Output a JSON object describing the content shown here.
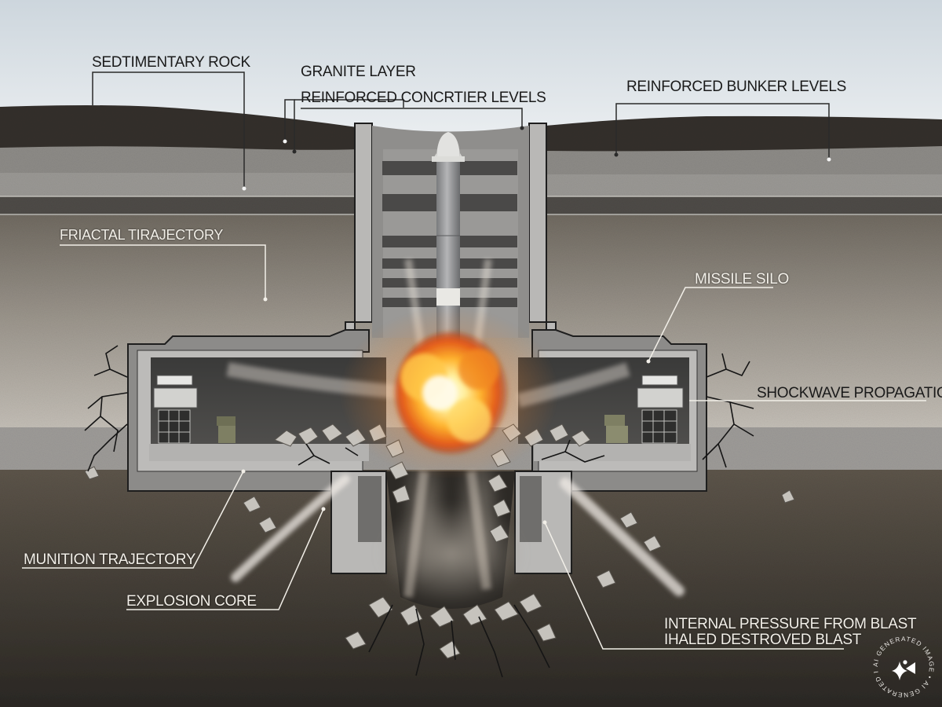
{
  "diagram": {
    "type": "labeled cross-section illustration",
    "subject": "underground bunker and missile silo struck by an explosion"
  },
  "colors": {
    "sky_top": "#cdd6dd",
    "sky_bottom": "#eef1f3",
    "topsoil": "#34302b",
    "granite_band": "#8d8b87",
    "gravel_band": "#9a9894",
    "dark_gravel_band": "#4e4b47",
    "earth_upper": "#8a8379",
    "earth_light": "#bdb8b0",
    "gravel_lower": "#9d9b98",
    "earth_deep": "#4b443b",
    "concrete": "#b9b8b6",
    "concrete_dark": "#7d7c7a",
    "outline": "#1e1e1e",
    "fire_core": "#fff4c2",
    "fire_mid": "#ffb52e",
    "fire_outer": "#e2561a",
    "label_dark": "#1a1a1a",
    "label_light": "#f2efe8"
  },
  "labels": {
    "sedimentary_rock": "SEDTIMENTARY ROCK",
    "granite_layer": "GRANITE LAYER",
    "reinforced_concrete_levels": "REINFORCED CONCRTIER LEVELS",
    "reinforced_bunker_levels": "REINFORCED BUNKER LEVELS",
    "fractal_trajectory": "FRIACTAL TIRAJECTORY",
    "missile_silo": "MISSILE SILO",
    "shockwave_propagation": "SHOCKWAVE PROPAGATION",
    "munition_trajectory": "MUNITION TRAJECTORY",
    "explosion_core": "EXPLOSION CORE",
    "internal_pressure_line1": "INTERNAL PRESSURE FROM BLAST",
    "internal_pressure_line2": "IHALED DESTROVED BLAST"
  },
  "watermark": {
    "text": "AI GENERATED IMAGE • AI GENERATED IMAGE •",
    "icon": "sparkle-star-icon"
  }
}
